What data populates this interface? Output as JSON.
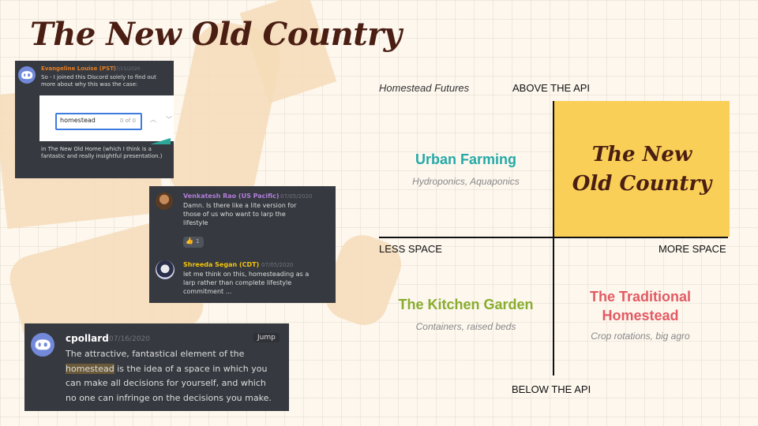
{
  "title": "The New Old Country",
  "colors": {
    "title": "#4a1e12",
    "highlight": "#f9cf57",
    "urban": "#25aaa7",
    "kitchen": "#88ad2e",
    "traditional": "#e35a63",
    "discord_bg": "#36393f"
  },
  "quadrant": {
    "corner_label": "Homestead Futures",
    "top": "ABOVE THE API",
    "bottom": "BELOW THE API",
    "left": "LESS SPACE",
    "right": "MORE SPACE",
    "highlight_line1": "The New",
    "highlight_line2": "Old Country",
    "urban": {
      "title": "Urban Farming",
      "subtitle": "Hydroponics, Aquaponics"
    },
    "kitchen": {
      "title": "The Kitchen Garden",
      "subtitle": "Containers, raised beds"
    },
    "traditional": {
      "title_line1": "The Traditional",
      "title_line2": "Homestead",
      "subtitle": "Crop rotations, big agro"
    }
  },
  "card1": {
    "avatar_icon": "discord-logo-icon",
    "author": "Evangeline Louise (PST)",
    "timestamp": "07/15/2020",
    "text_top": "So - I joined this Discord solely to find out more about why this was the case:",
    "search_value": "homestead",
    "search_count": "0 of 0",
    "text_bottom": "in The New Old Home (which I think is a fantastic and really insightful presentation.)"
  },
  "card2": {
    "msg1": {
      "author": "Venkatesh Rao (US Pacific)",
      "timestamp": "07/05/2020",
      "text": "Damn. Is there like a lite version for those of us who want to larp the lifestyle",
      "reaction_emoji": "👍",
      "reaction_count": "1"
    },
    "msg2": {
      "author": "Shreeda Segan (CDT)",
      "timestamp": "07/05/2020",
      "text": "let me think on this, homesteading as a larp rather than complete lifestyle commitment ..."
    }
  },
  "card3": {
    "avatar_icon": "discord-logo-icon",
    "author": "cpollard",
    "timestamp": "07/16/2020",
    "jump_label": "Jump",
    "text_pre": "The attractive, fantastical element of the",
    "text_highlight": "homestead",
    "text_post": "is the idea of a space in which you can make all decisions for yourself, and which no one can infringe on the decisions you make."
  }
}
